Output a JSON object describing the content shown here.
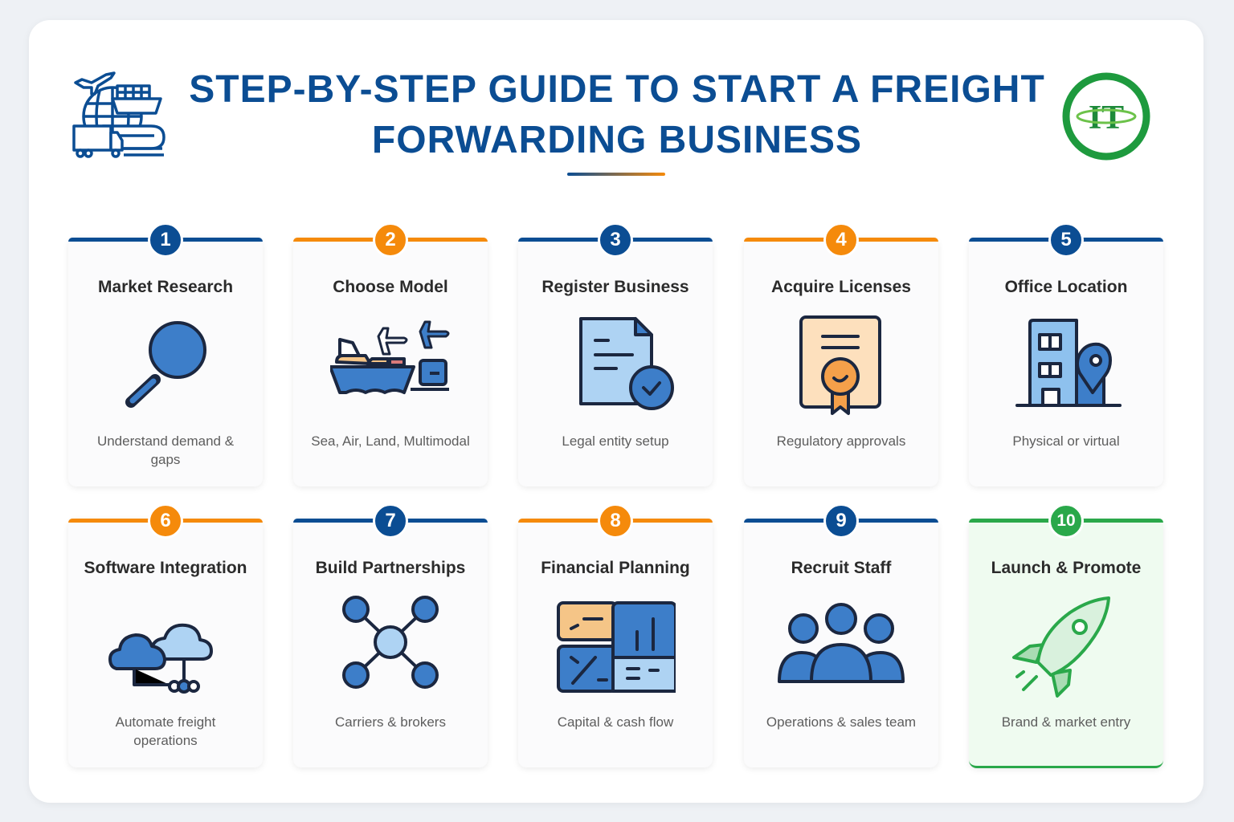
{
  "header": {
    "title_line1": "STEP-BY-STEP GUIDE TO START A FREIGHT",
    "title_line2": "FORWARDING BUSINESS",
    "logo_text": "IT"
  },
  "colors": {
    "primary_blue": "#0b4d93",
    "accent_orange": "#f58a0b",
    "success_green": "#2aa84a"
  },
  "steps": [
    {
      "number": "1",
      "title": "Market Research",
      "description": "Understand demand & gaps",
      "icon": "magnifier-icon",
      "accent": "blue"
    },
    {
      "number": "2",
      "title": "Choose Model",
      "description": "Sea, Air, Land, Multimodal",
      "icon": "transport-modes-icon",
      "accent": "orange"
    },
    {
      "number": "3",
      "title": "Register Business",
      "description": "Legal entity setup",
      "icon": "document-check-icon",
      "accent": "blue"
    },
    {
      "number": "4",
      "title": "Acquire Licenses",
      "description": "Regulatory approvals",
      "icon": "certificate-icon",
      "accent": "orange"
    },
    {
      "number": "5",
      "title": "Office Location",
      "description": "Physical or virtual",
      "icon": "building-pin-icon",
      "accent": "blue"
    },
    {
      "number": "6",
      "title": "Software Integration",
      "description": "Automate freight operations",
      "icon": "cloud-network-icon",
      "accent": "orange"
    },
    {
      "number": "7",
      "title": "Build Partnerships",
      "description": "Carriers & brokers",
      "icon": "network-nodes-icon",
      "accent": "blue"
    },
    {
      "number": "8",
      "title": "Financial Planning",
      "description": "Capital & cash flow",
      "icon": "finance-dashboard-icon",
      "accent": "orange"
    },
    {
      "number": "9",
      "title": "Recruit Staff",
      "description": "Operations & sales team",
      "icon": "team-icon",
      "accent": "blue"
    },
    {
      "number": "10",
      "title": "Launch & Promote",
      "description": "Brand & market entry",
      "icon": "rocket-icon",
      "accent": "green"
    }
  ]
}
